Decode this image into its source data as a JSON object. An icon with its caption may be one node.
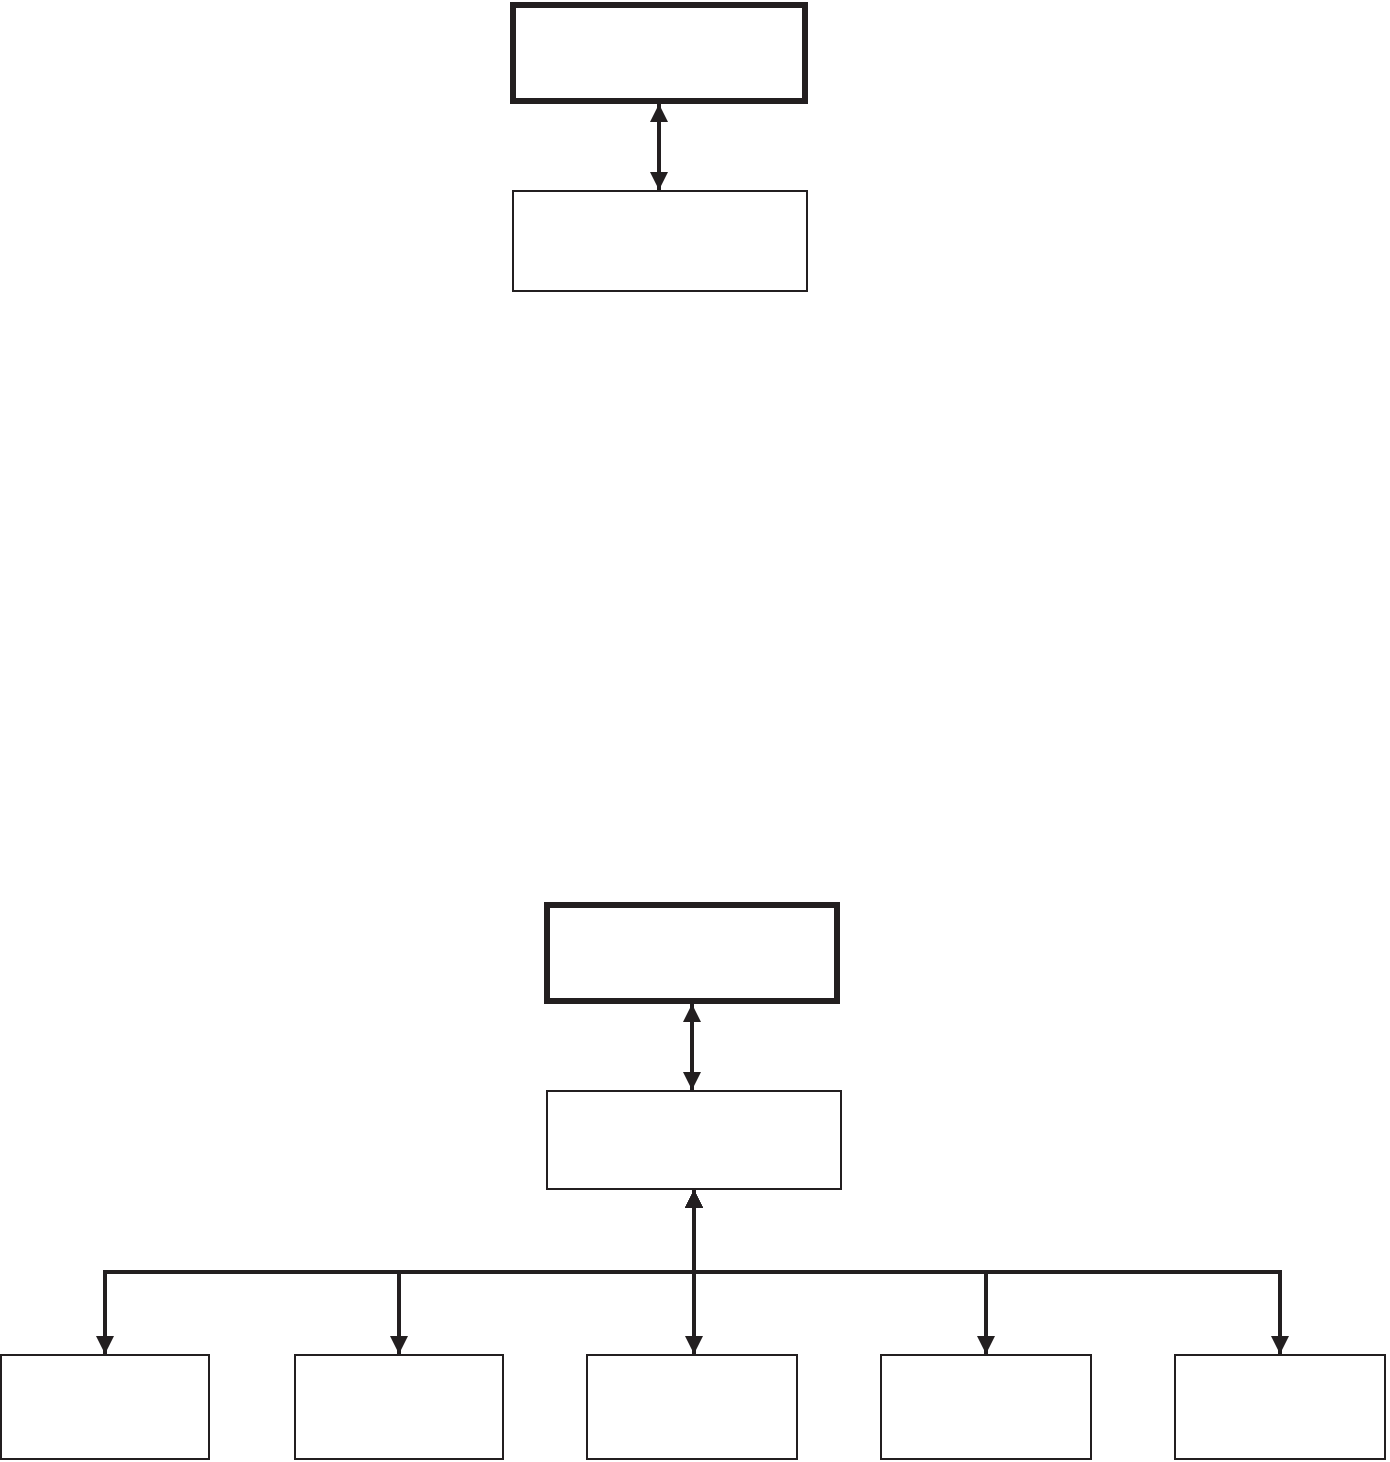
{
  "diagram": {
    "nodes": [
      {
        "text": [],
        "shape": "box"
      },
      {
        "text": [],
        "shape": "box"
      },
      {
        "text": [],
        "shape": "box"
      },
      {
        "text": [],
        "shape": "box"
      },
      {
        "text": [],
        "shape": "box"
      },
      {
        "text": [],
        "shape": "box"
      },
      {
        "text": [],
        "shape": "box"
      },
      {
        "text": [],
        "shape": "box"
      },
      {
        "text": [],
        "shape": "box"
      }
    ],
    "edges": [
      {
        "from": 0,
        "to": 1,
        "arrow": "both"
      },
      {
        "from": 2,
        "to": 3,
        "arrow": "both"
      },
      {
        "from": 3,
        "to": 4,
        "arrow": "both"
      },
      {
        "from": 3,
        "to": 5,
        "arrow": "both"
      },
      {
        "from": 3,
        "to": 6,
        "arrow": "both"
      },
      {
        "from": 3,
        "to": 7,
        "arrow": "both"
      },
      {
        "from": 3,
        "to": 8,
        "arrow": "both"
      }
    ]
  }
}
